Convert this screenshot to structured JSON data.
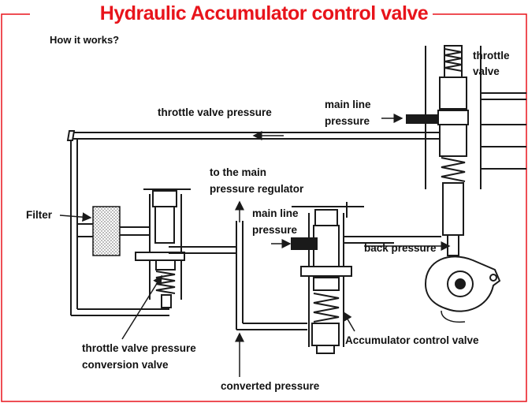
{
  "title": "Hydraulic Accumulator control valve",
  "subtitle": "How it works?",
  "labels": {
    "throttle_valve_top_1": "throttle",
    "throttle_valve_top_2": "valve",
    "throttle_valve_pressure": "throttle valve pressure",
    "main_line_top_1": "main line",
    "main_line_top_2": "pressure",
    "to_main_regulator_1": "to the main",
    "to_main_regulator_2": "pressure regulator",
    "filter": "Filter",
    "main_line_mid_1": "main line",
    "main_line_mid_2": "pressure",
    "back_pressure": "back pressure",
    "conversion_valve_1": "throttle valve pressure",
    "conversion_valve_2": "conversion valve",
    "accumulator_control_valve": "Accumulator control valve",
    "converted_pressure": "converted pressure"
  },
  "colors": {
    "title": "#e8141b",
    "line": "#1a1a1a",
    "frame": "#e8141b"
  }
}
